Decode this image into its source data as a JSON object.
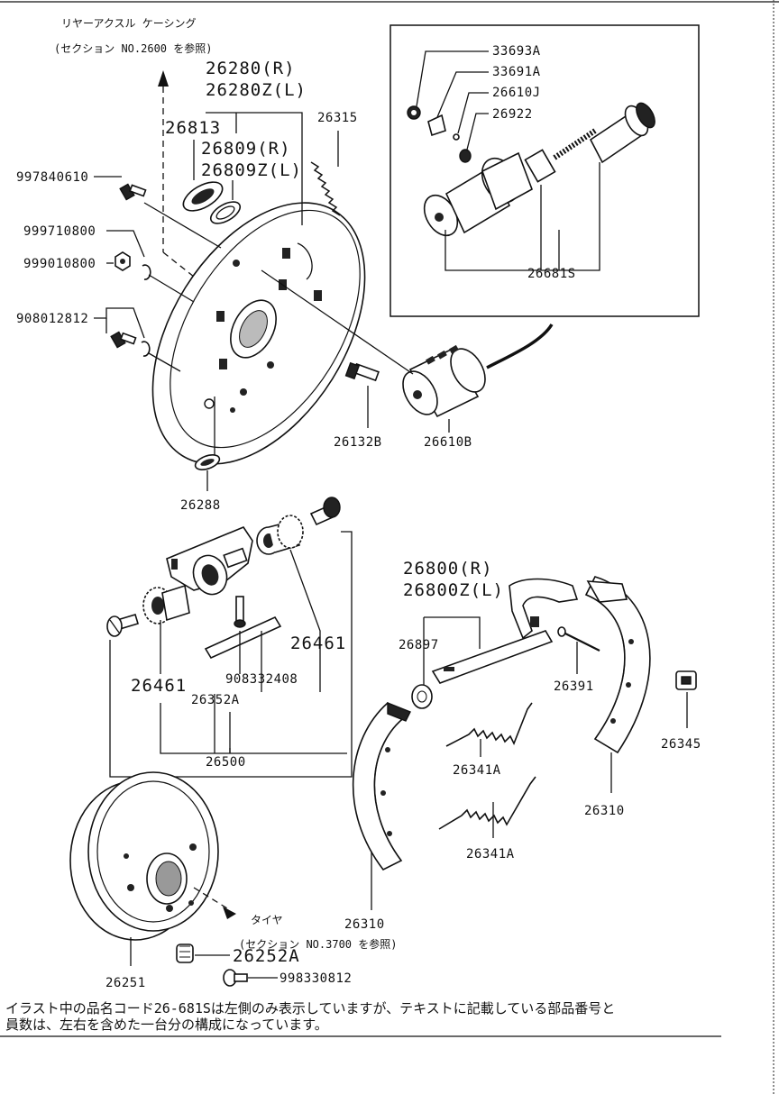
{
  "header_refs": {
    "axle_housing_line1": "リヤーアクスル ケーシング",
    "axle_housing_line2": "(セクション NO.2600 を参照)",
    "tire_line1": "タイヤ",
    "tire_line2": "(セクション NO.3700 を参照)"
  },
  "parts": {
    "p26280R": "26280(R)",
    "p26280ZL": "26280Z(L)",
    "p26813": "26813",
    "p26809R": "26809(R)",
    "p26809ZL": "26809Z(L)",
    "p26315": "26315",
    "p997840610": "997840610",
    "p999710800": "999710800",
    "p999010800": "999010800",
    "p908012812": "908012812",
    "p26132B": "26132B",
    "p26610B": "26610B",
    "p26288": "26288",
    "p33693A": "33693A",
    "p33691A": "33691A",
    "p26610J": "26610J",
    "p26922": "26922",
    "p26681S": "26681S",
    "p26461a": "26461",
    "p26461b": "26461",
    "p908332408": "908332408",
    "p26352A": "26352A",
    "p26500": "26500",
    "p26800R": "26800(R)",
    "p26800ZL": "26800Z(L)",
    "p26897": "26897",
    "p26391": "26391",
    "p26345": "26345",
    "p26341Aa": "26341A",
    "p26341Ab": "26341A",
    "p26310a": "26310",
    "p26310b": "26310",
    "p26251": "26251",
    "p26252A": "26252A",
    "p998330812": "998330812"
  },
  "footer_note": {
    "line1": "イラスト中の品名コード26-681Sは左側のみ表示していますが、テキストに記載している部品番号と",
    "line2": "員数は、左右を含めた一台分の構成になっています。"
  }
}
